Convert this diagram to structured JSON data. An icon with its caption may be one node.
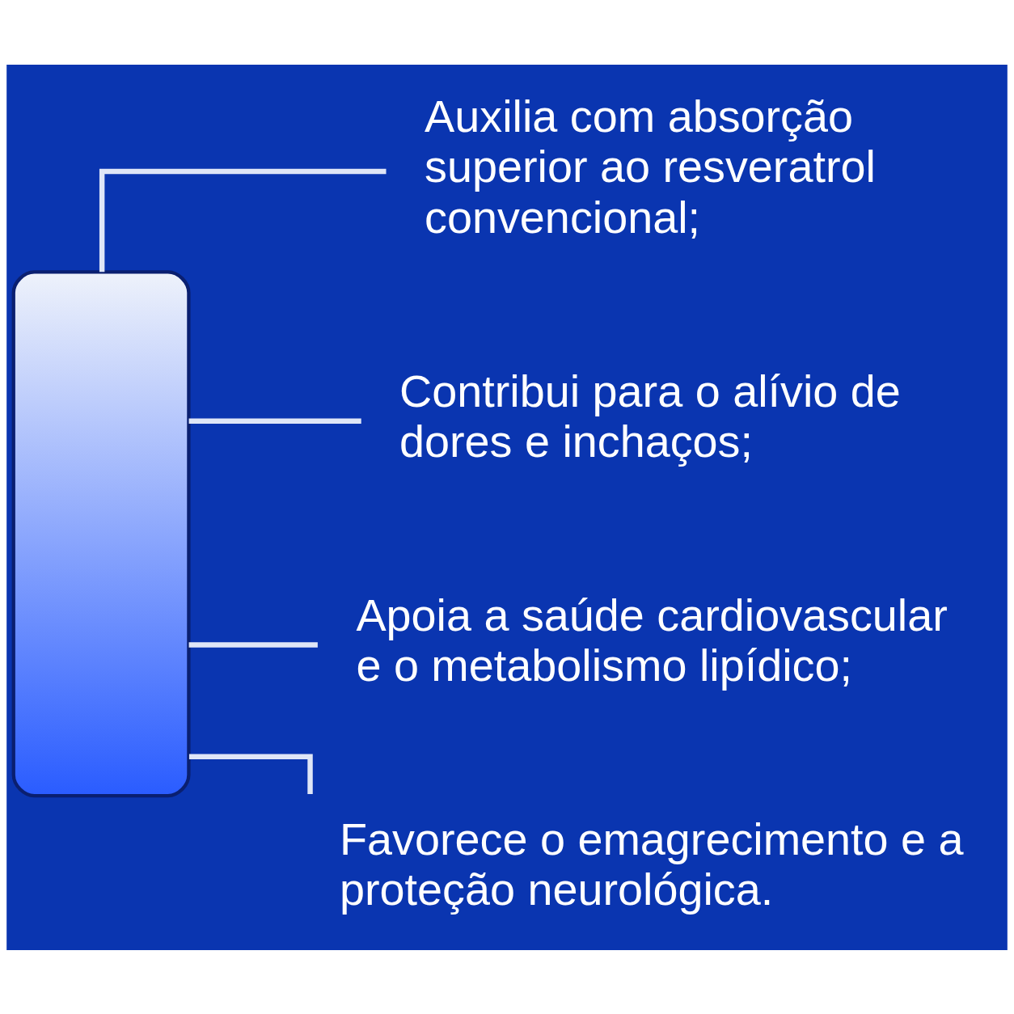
{
  "diagram": {
    "nodes": [
      {
        "text": [],
        "shape": "picture"
      },
      {
        "text": [
          "Auxilia com absorção superior ao resveratrol convencional;"
        ]
      },
      {
        "text": [
          "Contribui para o alívio de dores e inchaços;"
        ]
      },
      {
        "text": [
          "Apoia a saúde cardiovascular e o metabolismo lipídico;"
        ]
      },
      {
        "text": [
          "Favorece o emagrecimento e a proteção neurológica."
        ]
      }
    ],
    "edges": [
      {
        "from": 0,
        "to": 1,
        "arrow": "none"
      },
      {
        "from": 0,
        "to": 2,
        "arrow": "none"
      },
      {
        "from": 0,
        "to": 3,
        "arrow": "none"
      },
      {
        "from": 0,
        "to": 4,
        "arrow": "none"
      }
    ]
  }
}
